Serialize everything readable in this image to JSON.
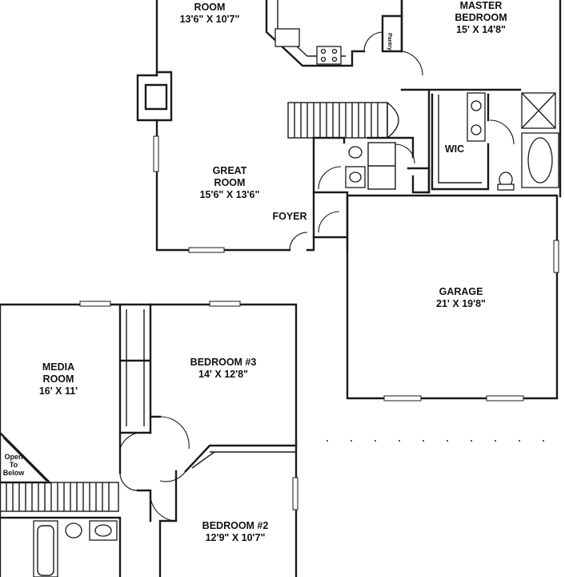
{
  "labels": {
    "room_top_name": "ROOM",
    "room_top_dims": "13'6\" X 10'7\"",
    "master_name_1": "MASTER",
    "master_name_2": "BEDROOM",
    "master_dims": "15' X 14'8\"",
    "pantry": "Pantry",
    "wic": "WIC",
    "great_name_1": "GREAT",
    "great_name_2": "ROOM",
    "great_dims": "15'6\" X 13'6\"",
    "foyer": "FOYER",
    "garage_name": "GARAGE",
    "garage_dims": "21' X 19'8\"",
    "media_name_1": "MEDIA",
    "media_name_2": "ROOM",
    "media_dims": "16' X 11'",
    "bed3_name": "BEDROOM #3",
    "bed3_dims": "14' X 12'8\"",
    "bed2_name": "BEDROOM #2",
    "bed2_dims": "12'9\" X 10'7\"",
    "open_1": "Open",
    "open_2": "To",
    "open_3": "Below"
  }
}
